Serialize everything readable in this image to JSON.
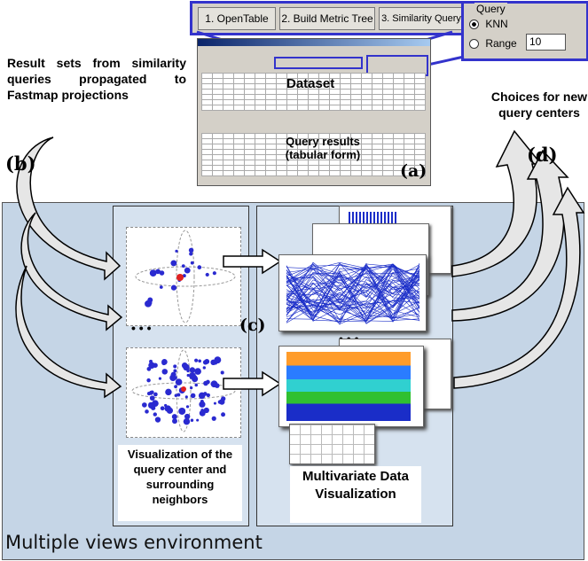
{
  "toolbar": {
    "buttons": [
      "1. OpenTable",
      "2. Build Metric Tree",
      "3. Similarity Query"
    ]
  },
  "query_panel": {
    "title": "Query",
    "options": [
      {
        "label": "KNN",
        "selected": true
      },
      {
        "label": "Range",
        "selected": false
      }
    ],
    "range_value": "10"
  },
  "app_window": {
    "dataset_label": "Dataset",
    "query_results_label": "Query results\n(tabular form)",
    "tag": "(a)"
  },
  "annotations": {
    "left_text": "Result sets from similarity queries propagated to Fastmap projections",
    "right_text": "Choices for new query centers",
    "tag_b": "(b)",
    "tag_c": "(c)",
    "tag_d": "(d)",
    "ellipsis": "• • •"
  },
  "left_column": {
    "caption": "Visualization of the query center and surrounding neighbors"
  },
  "right_column": {
    "caption": "Multivariate Data Visualization"
  },
  "environment": {
    "label": "Multiple views environment"
  },
  "colors": {
    "accent_blue": "#3333cc",
    "environment_bg": "#c5d5e6",
    "arrow_fill": "#e6e6e6"
  }
}
